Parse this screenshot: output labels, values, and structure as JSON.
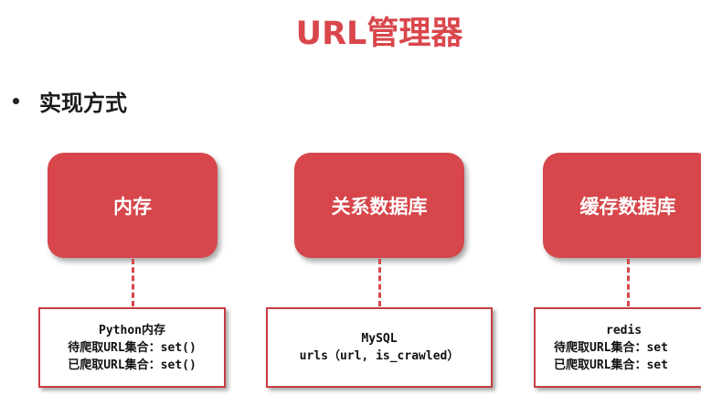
{
  "title": "URL管理器",
  "bullet": "实现方式",
  "columns": [
    {
      "box_label": "内存",
      "note_lines": [
        "Python内存",
        "待爬取URL集合：set()",
        "已爬取URL集合：set()"
      ]
    },
    {
      "box_label": "关系数据库",
      "note_lines": [
        "MySQL",
        "urls（url, is_crawled）"
      ]
    },
    {
      "box_label": "缓存数据库",
      "note_lines": [
        "redis",
        "待爬取URL集合：set",
        "已爬取URL集合：set"
      ]
    }
  ],
  "colors": {
    "accent": "#d6464a",
    "title": "#d9464b"
  }
}
